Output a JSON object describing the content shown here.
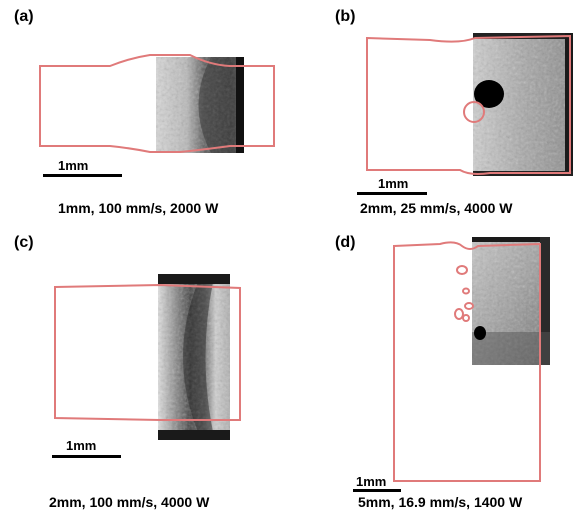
{
  "panels": [
    {
      "label": "(a)",
      "scale": "1mm",
      "caption": "1mm, 100 mm/s, 2000 W"
    },
    {
      "label": "(b)",
      "scale": "1mm",
      "caption": "2mm, 25 mm/s, 4000 W"
    },
    {
      "label": "(c)",
      "scale": "1mm",
      "caption": "2mm, 100 mm/s, 4000 W"
    },
    {
      "label": "(d)",
      "scale": "1mm",
      "caption": "5mm, 16.9 mm/s, 1400 W"
    }
  ],
  "colors": {
    "outline": "#e07a7a",
    "background": "#ffffff"
  }
}
